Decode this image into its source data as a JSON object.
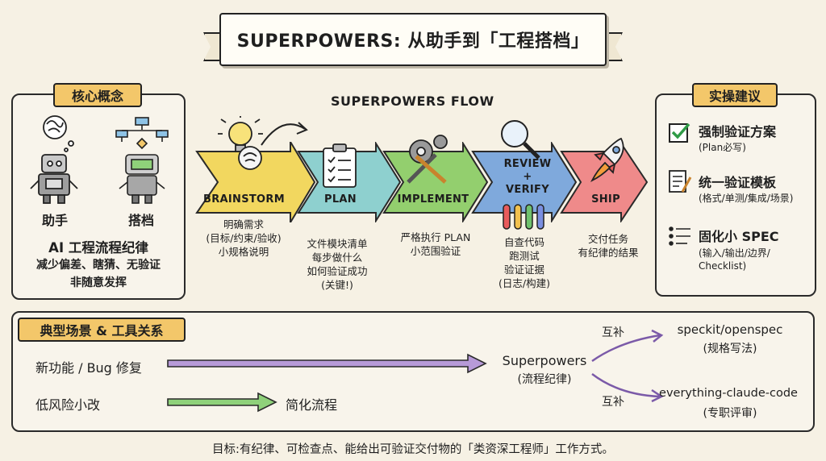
{
  "title": "SUPERPOWERS: 从助手到「工程搭档」",
  "core": {
    "tag": "核心概念",
    "assistant_label": "助手",
    "partner_label": "搭档",
    "headline": "AI 工程流程纪律",
    "line1": "减少偏差、瞎猜、无验证",
    "line2": "非随意发挥"
  },
  "flow": {
    "title": "SUPERPOWERS  FLOW",
    "steps": [
      {
        "label": "BRAINSTORM",
        "color": "#f2d75f",
        "icon": "lightbulb-brain-icon",
        "desc": [
          "明确需求",
          "(目标/约束/验收)",
          "小规格说明"
        ]
      },
      {
        "label": "PLAN",
        "color": "#8ed0cf",
        "icon": "clipboard-checklist-icon",
        "desc": [
          "文件模块清单",
          "每步做什么",
          "如何验证成功",
          "(关键!)"
        ]
      },
      {
        "label": "IMPLEMENT",
        "color": "#93cf6e",
        "icon": "gear-tools-icon",
        "desc": [
          "严格执行 PLAN",
          "小范围验证"
        ]
      },
      {
        "label_line1": "REVIEW",
        "label_line2": "+",
        "label_line3": "VERIFY",
        "color": "#7fa9dc",
        "icon": "magnifier-testtube-icon",
        "desc": [
          "自查代码",
          "跑测试",
          "验证证据",
          "(日志/构建)"
        ]
      },
      {
        "label": "SHIP",
        "color": "#ef8a8a",
        "icon": "rocket-icon",
        "desc": [
          "交付任务",
          "有纪律的结果"
        ]
      }
    ]
  },
  "tips": {
    "tag": "实操建议",
    "items": [
      {
        "title": "强制验证方案",
        "sub": "(Plan必写)",
        "icon": "checkbox-icon"
      },
      {
        "title": "统一验证模板",
        "sub": "(格式/单测/集成/场景)",
        "icon": "document-pen-icon"
      },
      {
        "title": "固化小 SPEC",
        "sub1": "(输入/输出/边界/",
        "sub2": "Checklist)",
        "icon": "list-icon"
      }
    ]
  },
  "scenarios": {
    "tag": "典型场景 & 工具关系",
    "feature": "新功能 / Bug 修复",
    "lowrisk": "低风险小改",
    "simplified": "简化流程",
    "superpowers": "Superpowers",
    "superpowers_sub": "(流程纪律)",
    "complement1": "互补",
    "complement2": "互补",
    "tool1": "speckit/openspec",
    "tool1_sub": "(规格写法)",
    "tool2": "everything-claude-code",
    "tool2_sub": "(专职评审)"
  },
  "footer": "目标:有纪律、可检查点、能给出可验证交付物的「类资深工程师」工作方式。",
  "colors": {
    "tag_bg": "#f3c76a",
    "purple_arrow": "#b79ad8",
    "green_arrow": "#8fd17a"
  }
}
